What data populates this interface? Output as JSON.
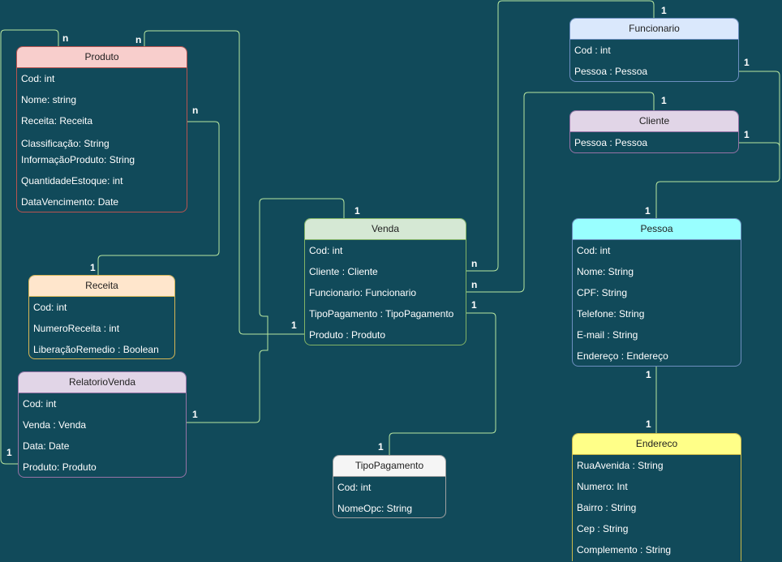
{
  "diagram": {
    "background": "#114a5a",
    "edge_color": "#b7e6a0",
    "entities": {
      "produto": {
        "title": "Produto",
        "header_color": "#f8cecc",
        "border_color": "#b85450",
        "attributes": [
          "Cod: int",
          "Nome: string",
          "Receita: Receita",
          "Classificação: String",
          "InformaçãoProduto: String",
          "QuantidadeEstoque: int",
          "DataVencimento: Date"
        ]
      },
      "receita": {
        "title": "Receita",
        "header_color": "#ffe6cc",
        "border_color": "#d6b656",
        "attributes": [
          "Cod: int",
          "NumeroReceita : int",
          "LiberaçãoRemedio : Boolean"
        ]
      },
      "relatorio_venda": {
        "title": "RelatorioVenda",
        "header_color": "#e1d5e7",
        "border_color": "#9673a6",
        "attributes": [
          "Cod: int",
          "Venda : Venda",
          "Data: Date",
          "Produto: Produto"
        ]
      },
      "venda": {
        "title": "Venda",
        "header_color": "#d5e8d4",
        "border_color": "#82b366",
        "attributes": [
          "Cod: int",
          "Cliente : Cliente",
          "Funcionario: Funcionario",
          "TipoPagamento : TipoPagamento",
          "Produto : Produto"
        ]
      },
      "tipo_pagamento": {
        "title": "TipoPagamento",
        "header_color": "#f5f5f5",
        "border_color": "#a0a0a0",
        "attributes": [
          "Cod: int",
          "NomeOpc: String"
        ]
      },
      "funcionario": {
        "title": "Funcionario",
        "header_color": "#dae8fc",
        "border_color": "#6c8ebf",
        "attributes": [
          "Cod : int",
          "Pessoa : Pessoa"
        ]
      },
      "cliente": {
        "title": "Cliente",
        "header_color": "#e1d5e7",
        "border_color": "#9673a6",
        "attributes": [
          "Pessoa : Pessoa"
        ]
      },
      "pessoa": {
        "title": "Pessoa",
        "header_color": "#99ffff",
        "border_color": "#6c8ebf",
        "attributes": [
          "Cod: int",
          "Nome: String",
          "CPF: String",
          "Telefone: String",
          "E-mail : String",
          "Endereço : Endereço"
        ]
      },
      "endereco": {
        "title": "Endereco",
        "header_color": "#ffff88",
        "border_color": "#c9b84a",
        "attributes": [
          "RuaAvenida : String",
          "Numero: Int",
          "Bairro : String",
          "Cep : String",
          "Complemento : String"
        ]
      }
    },
    "cardinalities": {
      "produto_self_left": "n",
      "produto_venda_top": "n",
      "produto_receita": "n",
      "receita_top": "1",
      "venda_top": "1",
      "venda_produto": "1",
      "relatorio_venda_side": "1",
      "relatorio_left": "1",
      "venda_cliente": "n",
      "venda_funcionario": "n",
      "venda_tipo": "1",
      "tipo_top": "1",
      "funcionario_top": "1",
      "funcionario_right": "1",
      "cliente_top": "1",
      "cliente_right": "1",
      "pessoa_top": "1",
      "pessoa_bottom": "1",
      "endereco_top": "1"
    }
  }
}
